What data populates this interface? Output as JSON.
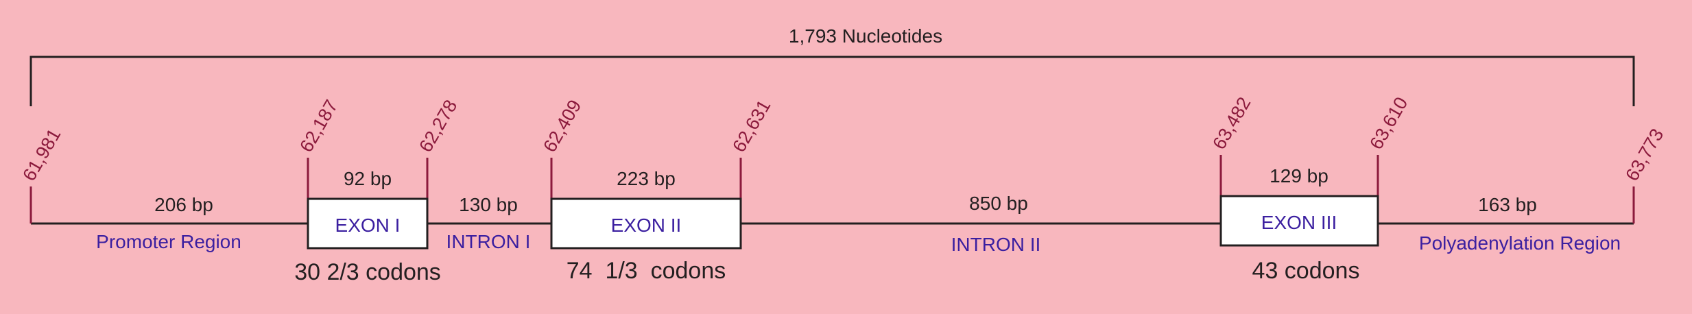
{
  "total_length_label": "1,793 Nucleotides",
  "positions": [
    "61,981",
    "62,187",
    "62,278",
    "62,409",
    "62,631",
    "63,482",
    "63,610",
    "63,773"
  ],
  "segment_lengths": [
    "206 bp",
    "92 bp",
    "130 bp",
    "223 bp",
    "850 bp",
    "129 bp",
    "163 bp"
  ],
  "exons": [
    {
      "name": "EXON I",
      "codons": "30 2/3 codons"
    },
    {
      "name": "EXON II",
      "codons": "74  1/3  codons"
    },
    {
      "name": "EXON III",
      "codons": "43 codons"
    }
  ],
  "regions": {
    "promoter": "Promoter Region",
    "intron1": "INTRON I",
    "intron2": "INTRON II",
    "polyadenylation": "Polyadenylation Region"
  },
  "colors": {
    "background": "#f8b7be",
    "line": "#231f20",
    "position_text": "#8b1a3c",
    "region_text": "#3b1fa0",
    "exon_fill": "#ffffff"
  }
}
